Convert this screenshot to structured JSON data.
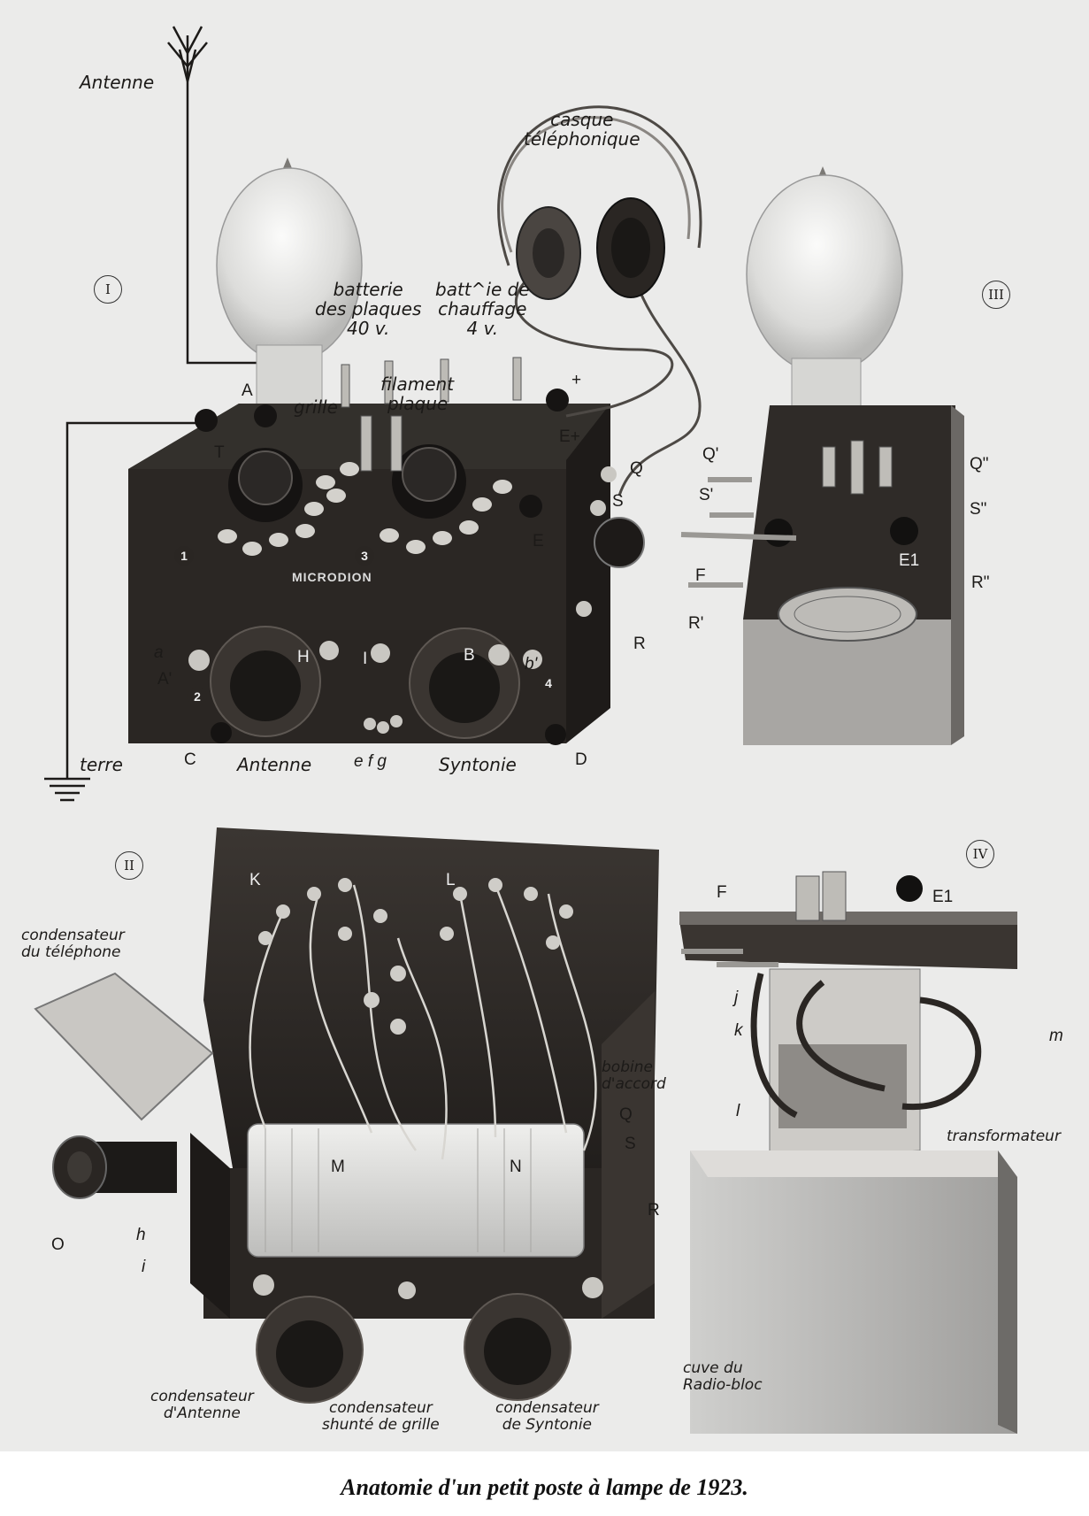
{
  "labels": {
    "antenne_top": "Antenne",
    "casque": [
      "casque",
      "téléphonique"
    ],
    "batterie_plaques": [
      "batterie",
      "des plaques",
      "40 v."
    ],
    "batterie_chauffage": [
      "batt^ie de",
      "chauffage",
      "4 v."
    ],
    "grille": "grille",
    "filament_plaque": [
      "filament",
      "plaque"
    ],
    "terre": "terre",
    "antenne_bottom": "Antenne",
    "syntonie": "Syntonie",
    "condensateur_telephone": [
      "condensateur",
      "du téléphone"
    ],
    "bobine_accord": [
      "bobine",
      "d'accord"
    ],
    "transformateur": "transformateur",
    "cuve": [
      "cuve du",
      "Radio-bloc"
    ],
    "condensateur_antenne": [
      "condensateur",
      "d'Antenne"
    ],
    "condensateur_grille": [
      "condensateur",
      "shunté de grille"
    ],
    "condensateur_syntonie": [
      "condensateur",
      "de Syntonie"
    ]
  },
  "figures": [
    "I",
    "II",
    "III",
    "IV"
  ],
  "letters": {
    "A": "A",
    "T": "T",
    "plus_top": "+",
    "E_plus": "E+",
    "Q": "Q",
    "S": "S",
    "E": "E",
    "R": "R",
    "Q1": "Q'",
    "S1": "S'",
    "F": "F",
    "R1": "R'",
    "Q2": "Q\"",
    "S2": "S\"",
    "R2": "R\"",
    "E1": "E1",
    "a": "a",
    "A1": "A'",
    "H": "H",
    "I": "I",
    "B": "B",
    "b": "b'",
    "C": "C",
    "D": "D",
    "efg": "e f g",
    "K": "K",
    "L": "L",
    "M": "M",
    "N": "N",
    "Q3": "Q",
    "S3": "S",
    "R3": "R",
    "O": "O",
    "h": "h",
    "i": "i",
    "F2": "F",
    "E1b": "E1",
    "j": "j",
    "k": "k",
    "m": "m",
    "l": "l"
  },
  "dial_numbers": [
    "1",
    "2",
    "3",
    "4"
  ],
  "brand": "MICRODION",
  "caption": "Anatomie d'un petit poste à lampe de 1923."
}
